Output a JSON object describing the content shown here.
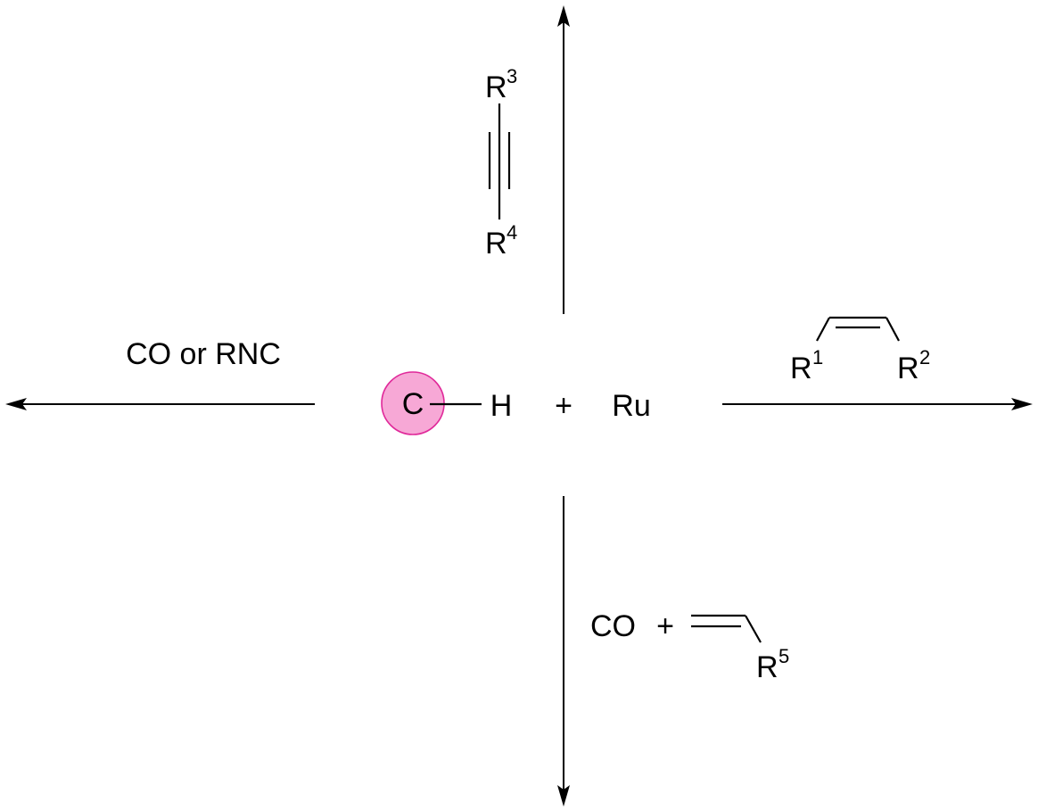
{
  "center": {
    "carbon": "C",
    "hydrogen": "H",
    "plus": "+",
    "metal": "Ru"
  },
  "left": {
    "reagent": "CO or RNC"
  },
  "right": {
    "r1": "R",
    "r1_sup": "1",
    "r2": "R",
    "r2_sup": "2"
  },
  "top": {
    "r3": "R",
    "r3_sup": "3",
    "r4": "R",
    "r4_sup": "4"
  },
  "bottom": {
    "co": "CO",
    "plus": "+",
    "r5": "R",
    "r5_sup": "5"
  },
  "colors": {
    "highlight_fill": "#f7a8d6",
    "highlight_stroke": "#e0299a",
    "ink": "#000000"
  }
}
